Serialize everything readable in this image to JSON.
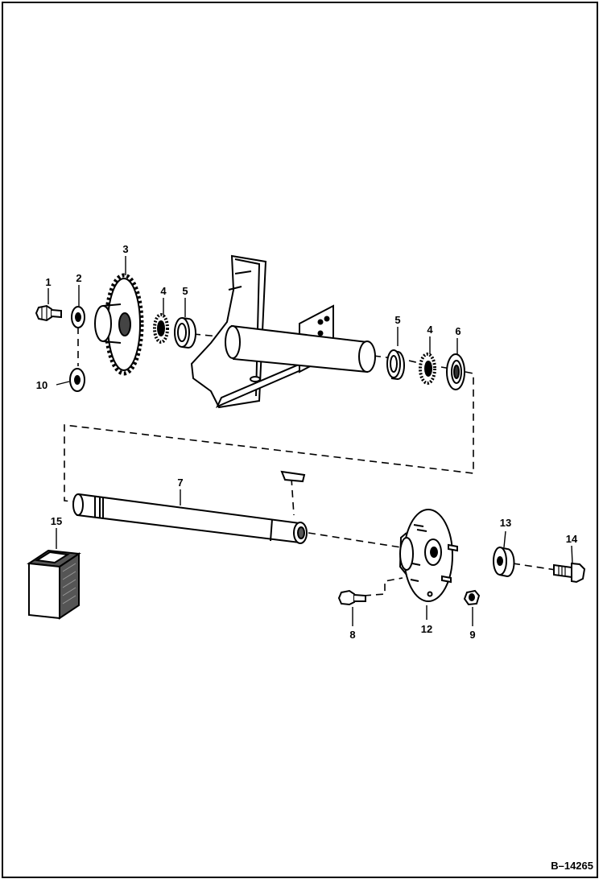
{
  "diagram": {
    "figure_id": "B–14265",
    "callouts": {
      "bolt_1": "1",
      "washer_2": "2",
      "sprocket_3": "3",
      "bearing_cone_4_left": "4",
      "bearing_cup_5_left": "5",
      "bearing_cup_5_right": "5",
      "bearing_cone_4_right": "4",
      "seal_6": "6",
      "axle_7": "7",
      "bolt_8": "8",
      "nut_9": "9",
      "washer_10": "10",
      "hub_12": "12",
      "spacer_13": "13",
      "bolt_14": "14",
      "kit_15": "15"
    }
  }
}
